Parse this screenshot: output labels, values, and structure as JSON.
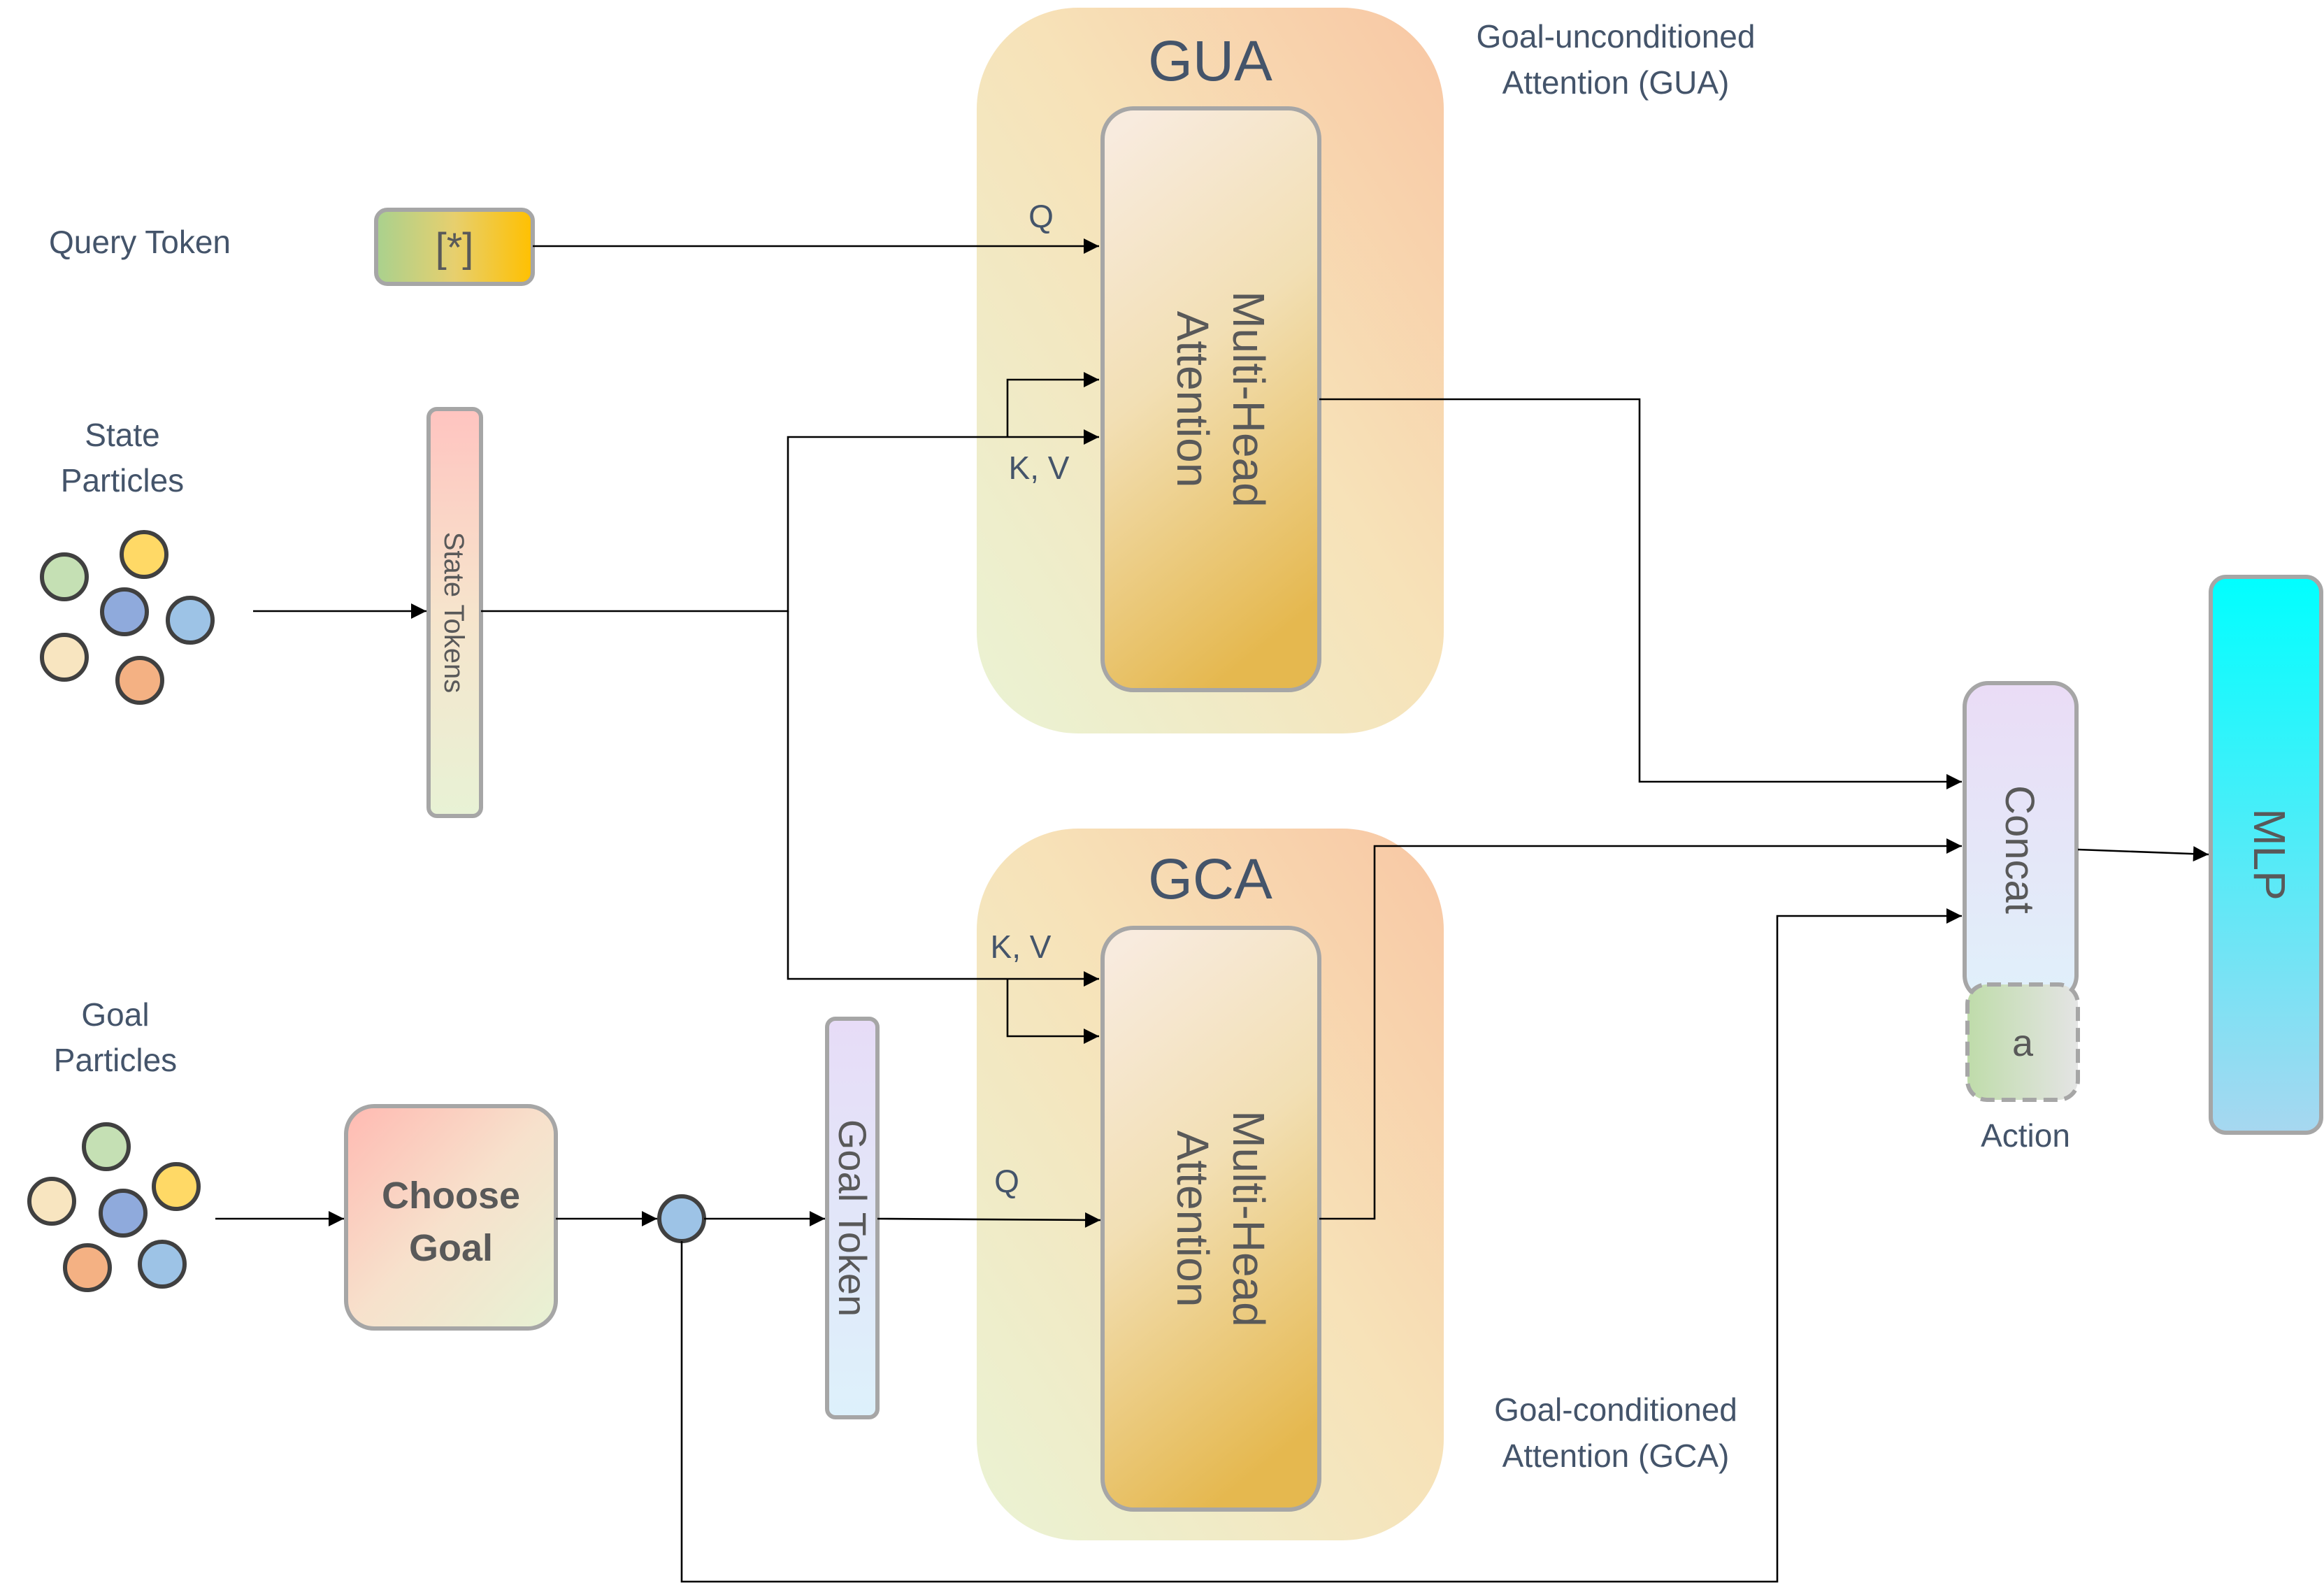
{
  "labels": {
    "query_token": "Query Token",
    "state_particles_line1": "State",
    "state_particles_line2": "Particles",
    "goal_particles_line1": "Goal",
    "goal_particles_line2": "Particles",
    "gua_title": "GUA",
    "gca_title": "GCA",
    "gua_desc_line1": "Goal-unconditioned",
    "gua_desc_line2": "Attention (GUA)",
    "gca_desc_line1": "Goal-conditioned",
    "gca_desc_line2": "Attention (GCA)",
    "action": "Action"
  },
  "blocks": {
    "query_token": "[*]",
    "state_tokens": "State Tokens",
    "choose_goal_line1": "Choose",
    "choose_goal_line2": "Goal",
    "goal_token": "Goal Token",
    "mha_line1": "Multi-Head",
    "mha_line2": "Attention",
    "concat": "Concat",
    "action_token": "a",
    "mlp": "MLP"
  },
  "ports": {
    "q": "Q",
    "kv": "K, V"
  },
  "colors": {
    "particle_green": "#c5e0b4",
    "particle_yellow": "#ffd966",
    "particle_purple": "#8faadc",
    "particle_blue": "#9dc3e6",
    "particle_beige": "#f8e5c0",
    "particle_orange": "#f4b183",
    "particle_stroke": "#404040",
    "label_text": "#44546a"
  }
}
